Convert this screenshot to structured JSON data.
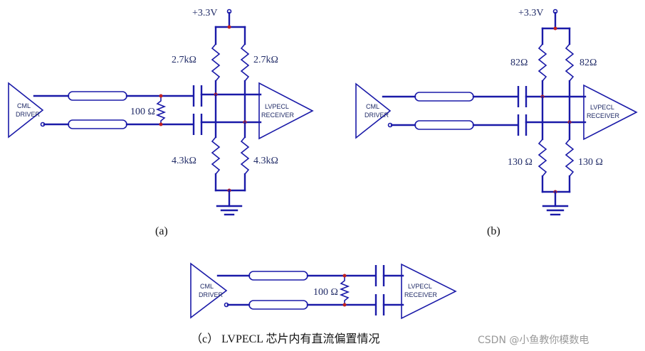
{
  "panel_a": {
    "supply": "+3.3V",
    "pullup_top_left": "2.7kΩ",
    "pullup_top_right": "2.7kΩ",
    "pulldown_bottom_left": "4.3kΩ",
    "pulldown_bottom_right": "4.3kΩ",
    "termination": "100 Ω",
    "driver_label": [
      "CML",
      "DRIVER"
    ],
    "receiver_label": [
      "LVPECL",
      "RECEIVER"
    ],
    "caption": "(a)"
  },
  "panel_b": {
    "supply": "+3.3V",
    "pullup_top_left": "82Ω",
    "pullup_top_right": "82Ω",
    "pulldown_bottom_left": "130 Ω",
    "pulldown_bottom_right": "130 Ω",
    "driver_label": [
      "CML",
      "DRIVER"
    ],
    "receiver_label": [
      "LVPECL",
      "RECEIVER"
    ],
    "caption": "(b)"
  },
  "panel_c": {
    "termination": "100 Ω",
    "driver_label": [
      "CML",
      "DRIVER"
    ],
    "receiver_label": [
      "LVPECL",
      "RECEIVER"
    ],
    "caption": "（c） LVPECL 芯片内有直流偏置情况"
  },
  "watermark": "CSDN @小鱼教你模数电",
  "colors": {
    "wire": "#1a1aa8",
    "node": "#c02020",
    "text": "#1f2a66"
  }
}
